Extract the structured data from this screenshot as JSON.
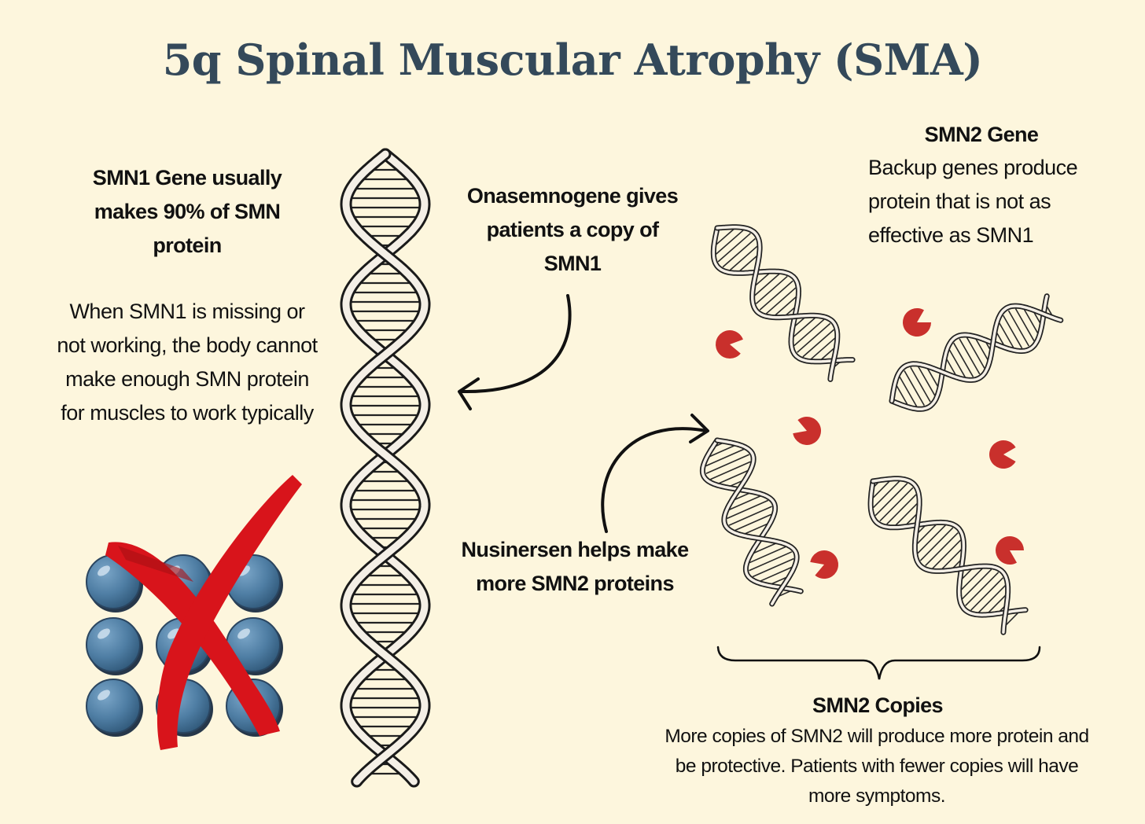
{
  "title": "5q Spinal Muscular Atrophy (SMA)",
  "smn1": {
    "heading": "SMN1 Gene usually makes 90% of SMN protein",
    "description": "When SMN1 is missing or not working, the body cannot make enough SMN protein for muscles to work typically"
  },
  "onasemnogene": {
    "label": "Onasemnogene gives patients a copy of SMN1"
  },
  "nusinersen": {
    "label": "Nusinersen helps make more SMN2 proteins"
  },
  "smn2_gene": {
    "title": "SMN2 Gene",
    "description": "Backup genes produce protein that is not as effective as SMN1"
  },
  "smn2_copies": {
    "title": "SMN2 Copies",
    "description": "More copies of SMN2 will produce more protein and be protective. Patients with fewer copies will have more symptoms."
  },
  "colors": {
    "background": "#fdf6dd",
    "title": "#34495a",
    "protein_sphere": "#4f7ea4",
    "cross_mark": "#d8141b",
    "protein_fragment": "#c9302c"
  },
  "icons": {
    "large_dna": "dna-helix-icon",
    "small_dna": "dna-helix-icon",
    "protein": "protein-sphere-icon",
    "cross": "cross-mark-icon",
    "fragment": "pacman-protein-icon",
    "brace": "curly-brace-icon"
  }
}
